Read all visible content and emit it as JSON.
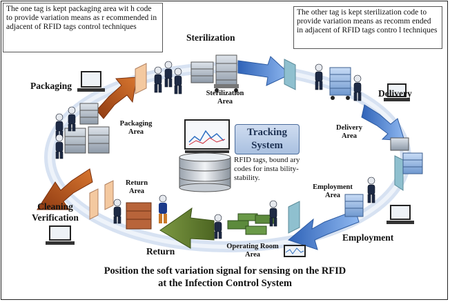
{
  "notes": {
    "left": "The one tag is kept packaging area wit h code to provide variation means as r ecommended in adjacent of RFID tags control techniques",
    "right": "The other tag is kept sterilization code to provide variation means as recomm ended in adjacent of RFID tags contro l techniques"
  },
  "labels": {
    "sterilization": "Sterilization",
    "sterilization_area": "Sterilization Area",
    "packaging": "Packaging",
    "packaging_area": "Packaging Area",
    "delivery": "Delivery",
    "delivery_area": "Delivery Area",
    "employment_area": "Employment Area",
    "employment": "Employment",
    "operating_room_area": "Operating Room Area",
    "return": "Return",
    "return_area": "Return Area",
    "cleaning_verification": "Cleaning Verification"
  },
  "center": {
    "tracking_system": "Tracking System",
    "rfid_text": "RFID tags, bound ary codes for insta bility-stability."
  },
  "caption": {
    "line1": "Position the soft variation signal for sensing on the RFID",
    "line2": "at the Infection Control System"
  },
  "colors": {
    "arrow_blue": "#4f86d6",
    "arrow_brown": "#b5541e",
    "arrow_green": "#5f7a2f",
    "ring": "#dfe8f5",
    "gate": "#8fb4c9"
  }
}
